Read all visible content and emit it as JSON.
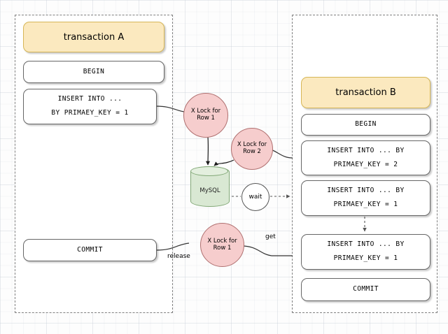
{
  "diagram": {
    "title": "MySQL row lock contention between two transactions",
    "colors": {
      "header_fill": "#fbe9bf",
      "header_border": "#d6b656",
      "lock_fill": "#f6cdcd",
      "lock_border": "#b07070",
      "db_fill": "#d9e8d3",
      "db_border": "#82a877",
      "node_border": "#666666",
      "lane_border": "#808080"
    }
  },
  "lanes": [
    {
      "name": "transaction-a",
      "label": "transaction A"
    },
    {
      "name": "transaction-b",
      "label": "transaction B"
    }
  ],
  "transaction_a": {
    "header": "transaction A",
    "steps": [
      {
        "name": "begin",
        "lines": [
          "BEGIN"
        ]
      },
      {
        "name": "insert-row-1",
        "lines": [
          "INSERT INTO ...",
          "BY PRIMAEY_KEY = 1"
        ]
      },
      {
        "name": "commit",
        "lines": [
          "COMMIT"
        ]
      }
    ]
  },
  "transaction_b": {
    "header": "transaction B",
    "steps": [
      {
        "name": "begin",
        "lines": [
          "BEGIN"
        ]
      },
      {
        "name": "insert-row-2",
        "lines": [
          "INSERT INTO ... BY",
          "PRIMAEY_KEY = 2"
        ]
      },
      {
        "name": "insert-row-1-blocked",
        "lines": [
          "INSERT INTO ... BY",
          "PRIMAEY_KEY = 1"
        ]
      },
      {
        "name": "insert-row-1-retry",
        "lines": [
          "INSERT INTO ... BY",
          "PRIMAEY_KEY = 1"
        ]
      },
      {
        "name": "commit",
        "lines": [
          "COMMIT"
        ]
      }
    ]
  },
  "locks": [
    {
      "name": "x-lock-row-1-top",
      "line1": "X Lock for",
      "line2": "Row 1"
    },
    {
      "name": "x-lock-row-2",
      "line1": "X Lock for",
      "line2": "Row 2"
    },
    {
      "name": "x-lock-row-1-bottom",
      "line1": "X Lock for",
      "line2": "Row 1"
    }
  ],
  "wait_node": {
    "label": "wait"
  },
  "database": {
    "label": "MySQL"
  },
  "edge_labels": {
    "release": "release",
    "get": "get"
  }
}
